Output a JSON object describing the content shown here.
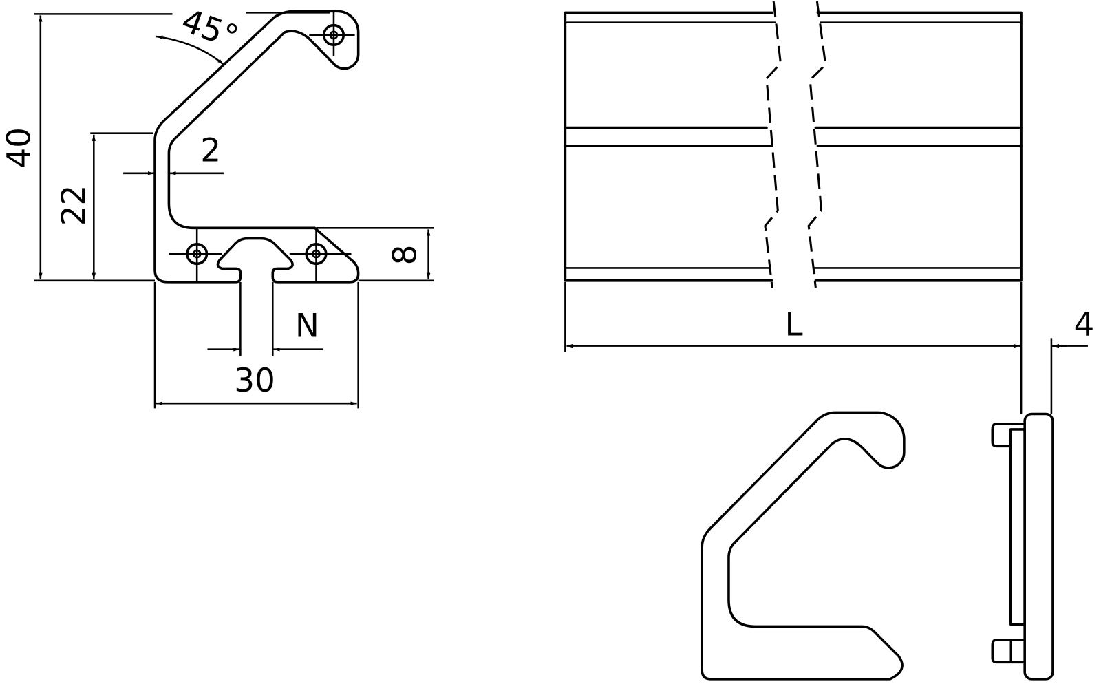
{
  "dimensions": {
    "angle": "45°",
    "height_total": "40",
    "height_lower": "22",
    "thickness": "2",
    "slot_height": "8",
    "slot_width": "N",
    "width": "30",
    "length": "L",
    "side_thickness": "4"
  },
  "colors": {
    "line": "#000000",
    "background": "#ffffff"
  }
}
